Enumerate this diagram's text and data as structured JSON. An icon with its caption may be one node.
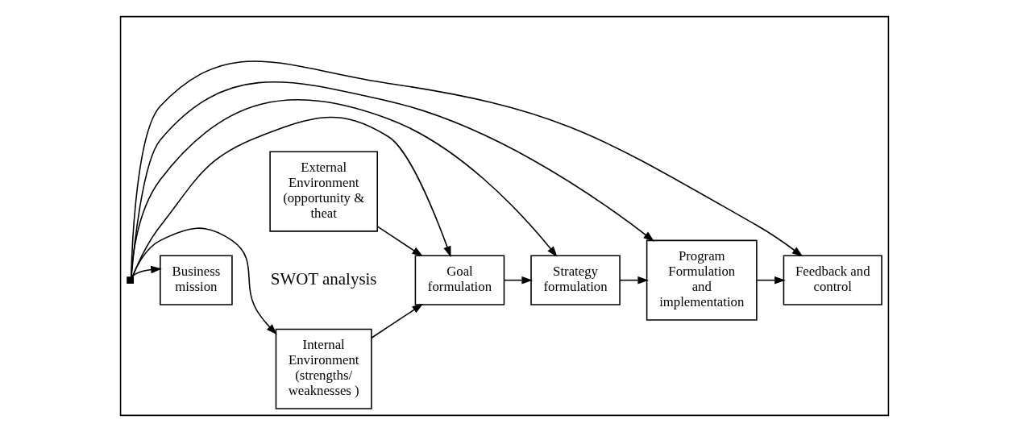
{
  "diagram": {
    "nodes": [
      {
        "text": [],
        "shape": "box"
      },
      {
        "text": [
          "Business mission"
        ],
        "in": 0
      },
      {
        "text": [
          "External Environment (opportunity & theat"
        ],
        "in": 0
      },
      {
        "text": [
          "Internal Environment (strengths/ weaknesses )"
        ],
        "in": 0
      },
      {
        "text": [
          "Goal formulation"
        ],
        "in": 0
      },
      {
        "text": [
          "Strategy formulation"
        ],
        "in": 0
      },
      {
        "text": [
          "Program Formulation and implementation"
        ],
        "in": 0
      },
      {
        "text": [
          "Feedback and control"
        ],
        "in": 0
      },
      {
        "text": [],
        "shape": "bar",
        "in": 0
      }
    ],
    "edges": [
      {
        "from": 2,
        "to": 4,
        "arrow": "to"
      },
      {
        "from": 3,
        "to": 4,
        "arrow": "to"
      },
      {
        "from": 4,
        "to": 5,
        "arrow": "to"
      },
      {
        "from": 5,
        "to": 6,
        "arrow": "to"
      },
      {
        "from": 6,
        "to": 7,
        "arrow": "to"
      },
      {
        "from": 8,
        "to": 1,
        "arrow": "to"
      },
      {
        "from": 8,
        "to": 3,
        "arrow": "to"
      },
      {
        "from": 8,
        "to": 4,
        "arrow": "to"
      },
      {
        "from": 8,
        "to": 5,
        "arrow": "to"
      },
      {
        "from": 8,
        "to": 6,
        "arrow": "to"
      },
      {
        "from": 8,
        "to": 7,
        "arrow": "to"
      }
    ],
    "labels": [
      "SWOT analysis"
    ]
  }
}
